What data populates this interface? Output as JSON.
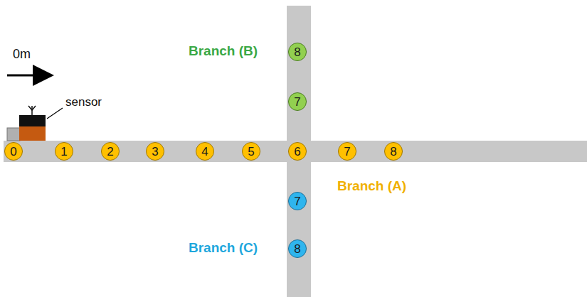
{
  "diagram": {
    "nodes": [
      {
        "text": [
          "8"
        ]
      },
      {
        "text": [
          "7"
        ]
      },
      {
        "text": [
          "0"
        ]
      },
      {
        "text": [
          "1"
        ]
      },
      {
        "text": [
          "2"
        ]
      },
      {
        "text": [
          "3"
        ]
      },
      {
        "text": [
          "4"
        ]
      },
      {
        "text": [
          "5"
        ]
      },
      {
        "text": [
          "6"
        ]
      },
      {
        "text": [
          "7"
        ]
      },
      {
        "text": [
          "8"
        ]
      },
      {
        "text": [
          "7"
        ]
      },
      {
        "text": [
          "8"
        ]
      }
    ],
    "labels": [
      "0m",
      "sensor",
      "Branch (B)",
      "Branch (A)",
      "Branch (C)"
    ]
  }
}
